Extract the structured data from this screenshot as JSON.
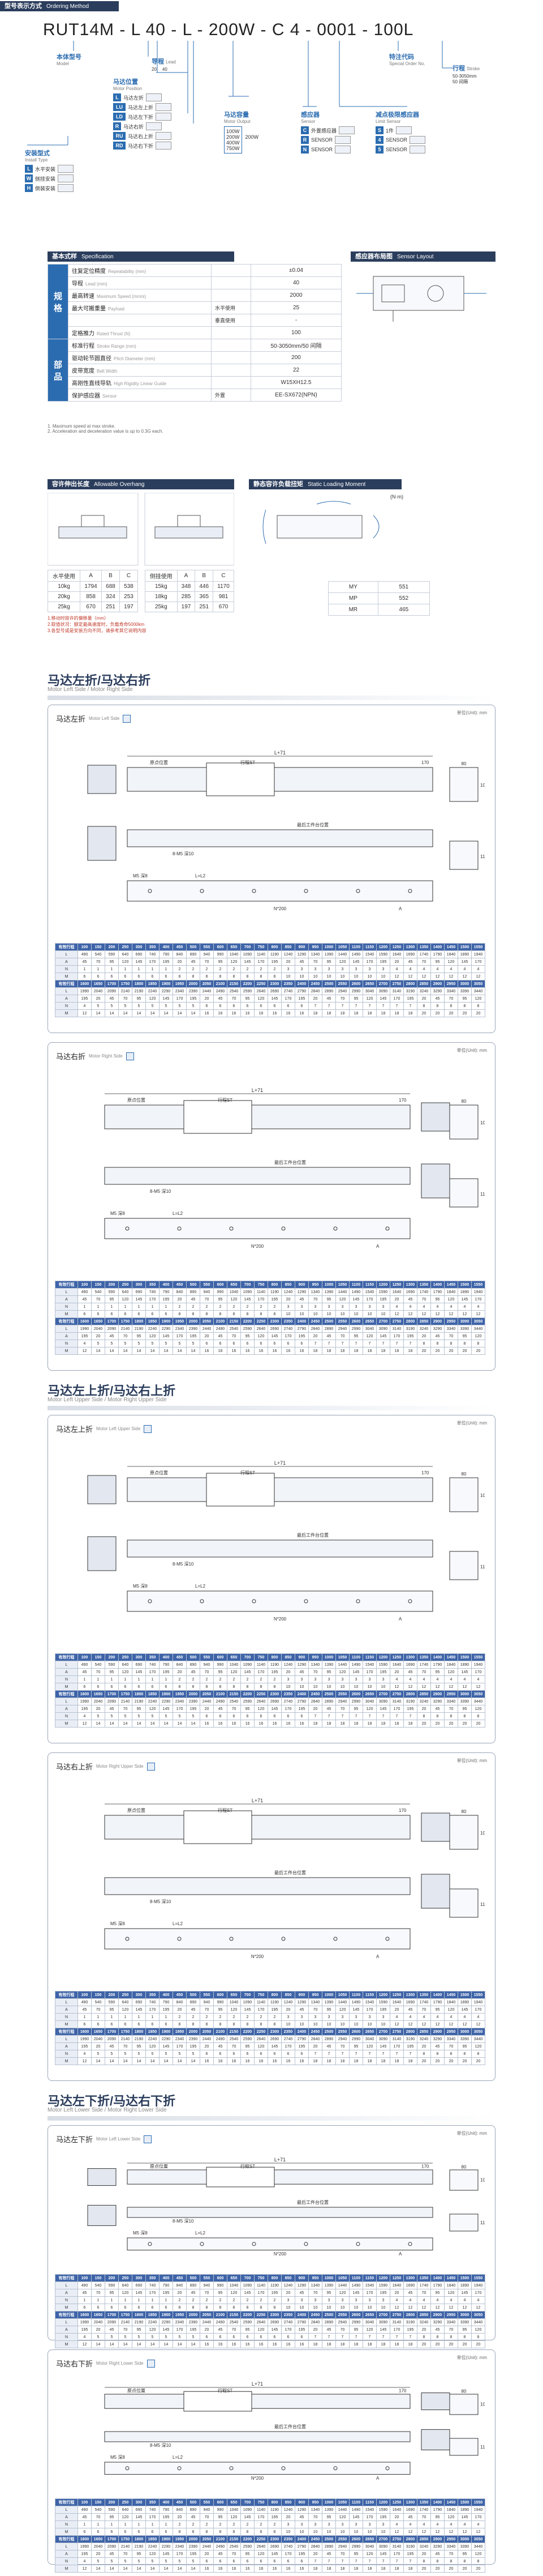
{
  "ordering": {
    "bar_cn": "型号表示方式",
    "bar_en": "Ordering Method",
    "model_code": "RUT14M - L 40 - L - 200W - C 4 - 0001 - 100L",
    "labels": {
      "body": {
        "cn": "本体型号",
        "en": "Model"
      },
      "lead": {
        "cn": "导程",
        "en": "Lead"
      },
      "lead_vals": [
        "20",
        "40"
      ],
      "motor_pos": {
        "cn": "马达位置",
        "en": "Motor Position"
      },
      "motor_opts": [
        {
          "k": "L",
          "t": "马达左折"
        },
        {
          "k": "LU",
          "t": "马达左上折"
        },
        {
          "k": "LD",
          "t": "马达左下折"
        },
        {
          "k": "R",
          "t": "马达右折"
        },
        {
          "k": "RU",
          "t": "马达右上折"
        },
        {
          "k": "RD",
          "t": "马达右下折"
        }
      ],
      "install": {
        "cn": "安装型式",
        "en": "Install Type"
      },
      "install_opts": [
        {
          "k": "L",
          "t": "水平安装"
        },
        {
          "k": "W",
          "t": "侧挂安装"
        },
        {
          "k": "H",
          "t": "倒装安装"
        }
      ],
      "motor_cap": {
        "cn": "马达容量",
        "en": "Motor Output"
      },
      "motor_caps": [
        "100W",
        "200W",
        "400W",
        "750W"
      ],
      "motor_cap_sel": "200W",
      "sensor": {
        "cn": "感应器",
        "en": "Sensor"
      },
      "sensor_opts": [
        {
          "k": "C",
          "t": "外置感应器"
        },
        {
          "k": "R",
          "t": "SENSOR"
        },
        {
          "k": "N",
          "t": "SENSOR"
        }
      ],
      "limit": {
        "cn": "减点极限感应器",
        "en": "Limit Sensor"
      },
      "limit_opts": [
        {
          "k": "S",
          "t": "1件"
        },
        {
          "k": "4",
          "t": "SENSOR"
        },
        {
          "k": "5",
          "t": "SENSOR"
        }
      ],
      "special": {
        "cn": "特注代码",
        "en": "Special Order No."
      },
      "stroke": {
        "cn": "行程",
        "en": "Stroke"
      },
      "stroke_vals": [
        "50-3050mm",
        "50 间隔"
      ]
    }
  },
  "spec": {
    "bar_cn": "基本式样",
    "bar_en": "Specification",
    "groups": [
      {
        "title": "规格",
        "rows": [
          {
            "cn": "往复定位精度",
            "en": "Repeatability (mm)",
            "sub": "",
            "val": "±0.04"
          },
          {
            "cn": "导程",
            "en": "Lead (mm)",
            "sub": "",
            "val": "40"
          },
          {
            "cn": "最高转速",
            "en": "Maximum Speed (mm/s)",
            "sub": "",
            "val": "2000"
          },
          {
            "cn": "最大可搬重量",
            "en": "Payload",
            "sub": "水平使用",
            "val": "25"
          },
          {
            "cn": "",
            "en": "",
            "sub": "垂直使用",
            "val": "-"
          },
          {
            "cn": "定格推力",
            "en": "Rated Thrust (N)",
            "sub": "",
            "val": "100"
          }
        ]
      },
      {
        "title": "部品",
        "rows": [
          {
            "cn": "标准行程",
            "en": "Stroke Range (mm)",
            "sub": "",
            "val": "50-3050mm/50 间隔"
          },
          {
            "cn": "驱动轮节圆直径",
            "en": "Pitch Diameter (mm)",
            "sub": "",
            "val": "200"
          },
          {
            "cn": "皮带宽度",
            "en": "Belt Width",
            "sub": "",
            "val": "22"
          },
          {
            "cn": "高刚性直线导轨",
            "en": "High Rigidity Linear Guide",
            "sub": "",
            "val": "W15XH12.5"
          },
          {
            "cn": "保护感应器",
            "en": "Sensor",
            "sub": "外置",
            "val": "EE-SX672(NPN)"
          }
        ]
      }
    ],
    "notes": [
      "1. Maximum speed at max stroke.",
      "2. Acceleration and deceleration value is up to 0.3G each."
    ]
  },
  "sensor_layout": {
    "bar_cn": "感应器布局图",
    "bar_en": "Sensor Layout"
  },
  "overhang": {
    "bar_cn": "容许伸出长度",
    "bar_en": "Allowable Overhang",
    "t1_head": [
      "水平使用",
      "A",
      "B",
      "C"
    ],
    "t1_rows": [
      [
        "10kg",
        "1794",
        "688",
        "538"
      ],
      [
        "20kg",
        "858",
        "324",
        "253"
      ],
      [
        "25kg",
        "670",
        "251",
        "197"
      ]
    ],
    "t2_head": [
      "侧挂使用",
      "A",
      "B",
      "C"
    ],
    "t2_rows": [
      [
        "15kg",
        "348",
        "446",
        "1170"
      ],
      [
        "18kg",
        "285",
        "365",
        "981"
      ],
      [
        "25kg",
        "197",
        "251",
        "670"
      ]
    ],
    "notes": [
      "1.移动时容许的偏移量（mm）",
      "2.取值状况：额定最高速度时，负载寿命5000km",
      "3.各型号或是安装方向不同，请参考其它说明内容"
    ]
  },
  "static_load": {
    "bar_cn": "静态容许负载扭矩",
    "bar_en": "Static Loading Moment",
    "unit": "(N·m)",
    "rows": [
      [
        "MY",
        "551"
      ],
      [
        "MP",
        "552"
      ],
      [
        "MR",
        "465"
      ]
    ]
  },
  "sections": [
    {
      "cn": "马达左折/马达右折",
      "en": "Motor Left Side / Motor Right Side"
    },
    {
      "cn": "马达左上折/马达右上折",
      "en": "Motor Left Upper Side / Motor Right Upper Side"
    },
    {
      "cn": "马达左下折/马达右下折",
      "en": "Motor Left Lower Side / Motor Right Lower Side"
    }
  ],
  "panels": [
    {
      "cn": "马达左折",
      "en": "Motor Left Side",
      "unit": "单位(Unit): mm"
    },
    {
      "cn": "马达右折",
      "en": "Motor Right Side",
      "unit": "单位(Unit): mm"
    },
    {
      "cn": "马达左上折",
      "en": "Motor Left Upper Side",
      "unit": "单位(Unit): mm"
    },
    {
      "cn": "马达右上折",
      "en": "Motor Right Upper Side",
      "unit": "单位(Unit): mm"
    },
    {
      "cn": "马达左下折",
      "en": "Motor Left Lower Side",
      "unit": "单位(Unit): mm"
    },
    {
      "cn": "马达右下折",
      "en": "Motor Right Lower Side",
      "unit": "单位(Unit): mm"
    }
  ],
  "drawing_labels": {
    "l1": "L+71",
    "l2": "L=L2",
    "stroke": "行程ST",
    "origin": "原点位置",
    "nut": "最后工件台位置",
    "limit_mark": "8-M5 深10",
    "mount": "M5 深8",
    "pitch": "N*200",
    "a": "A",
    "dim_170": "170",
    "dim_118": "118",
    "dim_102": "102",
    "dim_80": "80"
  },
  "dim_table": {
    "head_label": "有效行程",
    "head_label_en": "Stroke",
    "row_labels": [
      "L",
      "A",
      "N",
      "M"
    ],
    "strokes": [
      "100",
      "150",
      "200",
      "250",
      "300",
      "350",
      "400",
      "450",
      "500",
      "550",
      "600",
      "650",
      "700",
      "750",
      "800",
      "850",
      "900",
      "950",
      "1000",
      "1050",
      "1100",
      "1150",
      "1200",
      "1250",
      "1300",
      "1350",
      "1400",
      "1450",
      "1500",
      "1550"
    ],
    "L": [
      "490",
      "540",
      "590",
      "640",
      "690",
      "740",
      "790",
      "840",
      "890",
      "940",
      "990",
      "1040",
      "1090",
      "1140",
      "1190",
      "1240",
      "1290",
      "1340",
      "1390",
      "1440",
      "1490",
      "1540",
      "1590",
      "1640",
      "1690",
      "1740",
      "1790",
      "1840",
      "1890",
      "1940"
    ],
    "A": [
      "45",
      "70",
      "95",
      "120",
      "145",
      "170",
      "195",
      "20",
      "45",
      "70",
      "95",
      "120",
      "145",
      "170",
      "195",
      "20",
      "45",
      "70",
      "95",
      "120",
      "145",
      "170",
      "195",
      "20",
      "45",
      "70",
      "95",
      "120",
      "145",
      "170"
    ],
    "N": [
      "1",
      "1",
      "1",
      "1",
      "1",
      "1",
      "1",
      "2",
      "2",
      "2",
      "2",
      "2",
      "2",
      "2",
      "2",
      "3",
      "3",
      "3",
      "3",
      "3",
      "3",
      "3",
      "3",
      "4",
      "4",
      "4",
      "4",
      "4",
      "4",
      "4"
    ],
    "M": [
      "6",
      "6",
      "6",
      "6",
      "6",
      "6",
      "6",
      "8",
      "8",
      "8",
      "8",
      "8",
      "8",
      "8",
      "8",
      "10",
      "10",
      "10",
      "10",
      "10",
      "10",
      "10",
      "10",
      "12",
      "12",
      "12",
      "12",
      "12",
      "12",
      "12"
    ],
    "strokes2": [
      "1600",
      "1650",
      "1700",
      "1750",
      "1800",
      "1850",
      "1900",
      "1950",
      "2000",
      "2050",
      "2100",
      "2150",
      "2200",
      "2250",
      "2300",
      "2350",
      "2400",
      "2450",
      "2500",
      "2550",
      "2600",
      "2650",
      "2700",
      "2750",
      "2800",
      "2850",
      "2900",
      "2950",
      "3000",
      "3050"
    ],
    "L2": [
      "1990",
      "2040",
      "2090",
      "2140",
      "2190",
      "2240",
      "2290",
      "2340",
      "2390",
      "2440",
      "2490",
      "2540",
      "2590",
      "2640",
      "2690",
      "2740",
      "2790",
      "2840",
      "2890",
      "2940",
      "2990",
      "3040",
      "3090",
      "3140",
      "3190",
      "3240",
      "3290",
      "3340",
      "3390",
      "3440"
    ],
    "A2": [
      "195",
      "20",
      "45",
      "70",
      "95",
      "120",
      "145",
      "170",
      "195",
      "20",
      "45",
      "70",
      "95",
      "120",
      "145",
      "170",
      "195",
      "20",
      "45",
      "70",
      "95",
      "120",
      "145",
      "170",
      "195",
      "20",
      "45",
      "70",
      "95",
      "120"
    ],
    "N2": [
      "4",
      "5",
      "5",
      "5",
      "5",
      "5",
      "5",
      "5",
      "5",
      "6",
      "6",
      "6",
      "6",
      "6",
      "6",
      "6",
      "6",
      "7",
      "7",
      "7",
      "7",
      "7",
      "7",
      "7",
      "7",
      "8",
      "8",
      "8",
      "8",
      "8"
    ],
    "M2": [
      "12",
      "14",
      "14",
      "14",
      "14",
      "14",
      "14",
      "14",
      "14",
      "16",
      "16",
      "16",
      "16",
      "16",
      "16",
      "16",
      "16",
      "18",
      "18",
      "18",
      "18",
      "18",
      "18",
      "18",
      "18",
      "20",
      "20",
      "20",
      "20",
      "20"
    ]
  },
  "colors": {
    "bar": "#2b3d5c",
    "accent": "#2b6cb0",
    "table_head": "#3e64a8"
  }
}
